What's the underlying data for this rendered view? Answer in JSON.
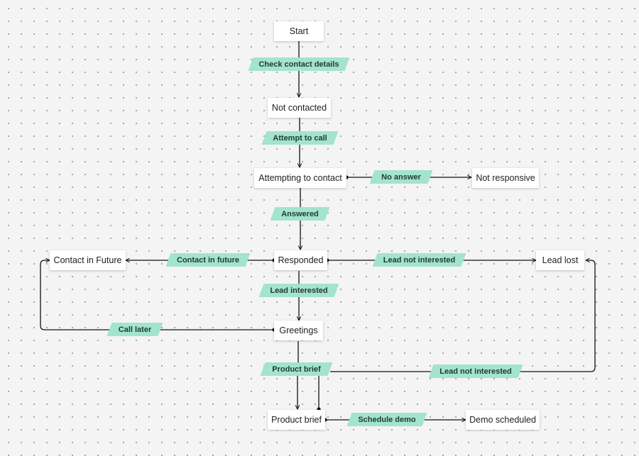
{
  "diagram": {
    "colors": {
      "canvas": "#f4f4f4",
      "dot_grid": "#9a9a9a",
      "node_fill": "#ffffff",
      "edge_label_fill": "#a3e4cc",
      "edge_stroke": "#111111"
    },
    "nodes": {
      "start": "Start",
      "not_contacted": "Not contacted",
      "attempting_to_contact": "Attempting to contact",
      "not_responsive": "Not responsive",
      "responded": "Responded",
      "contact_in_future": "Contact in Future",
      "lead_lost": "Lead lost",
      "greetings": "Greetings",
      "product_brief": "Product brief",
      "demo_scheduled": "Demo scheduled"
    },
    "edge_labels": {
      "check_contact_details": "Check contact details",
      "attempt_to_call": "Attempt to call",
      "no_answer": "No answer",
      "answered": "Answered",
      "contact_in_future": "Contact in future",
      "lead_not_interested_responded": "Lead not interested",
      "lead_interested": "Lead interested",
      "call_later": "Call later",
      "product_brief": "Product brief",
      "lead_not_interested_greetings": "Lead not interested",
      "schedule_demo": "Schedule demo"
    }
  }
}
